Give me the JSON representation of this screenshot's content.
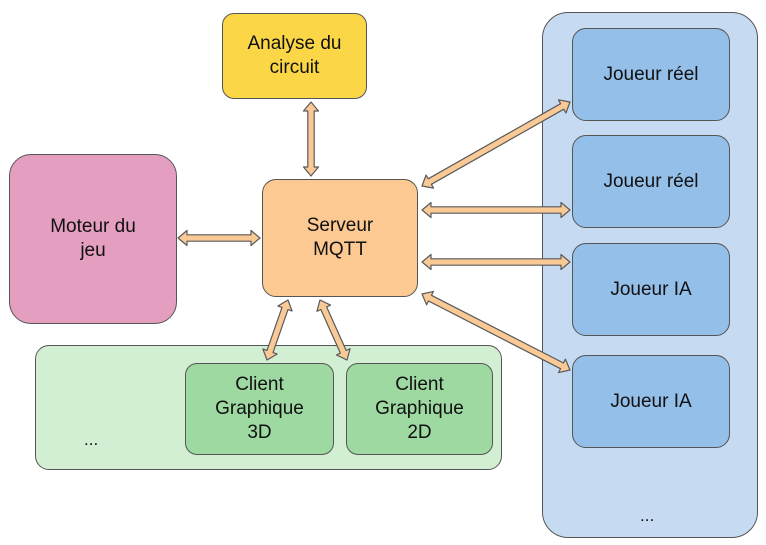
{
  "colors": {
    "analysis_fill": "#fbd748",
    "engine_fill": "#e49ec0",
    "server_fill": "#fcc992",
    "client_fill": "#9fd9a2",
    "client_group_fill": "#d3efd3",
    "player_fill": "#94bfe9",
    "player_group_fill": "#c6dbf2",
    "arrow_fill": "#f9c996",
    "arrow_stroke": "#5a5a5a"
  },
  "nodes": {
    "analysis": "Analyse du\ncircuit",
    "engine": "Moteur du\njeu",
    "server": "Serveur\nMQTT",
    "client_3d": "Client\nGraphique\n3D",
    "client_2d": "Client\nGraphique\n2D",
    "players": [
      "Joueur réel",
      "Joueur réel",
      "Joueur IA",
      "Joueur IA"
    ]
  },
  "client_group_ellipsis": "...",
  "player_group_ellipsis": "..."
}
